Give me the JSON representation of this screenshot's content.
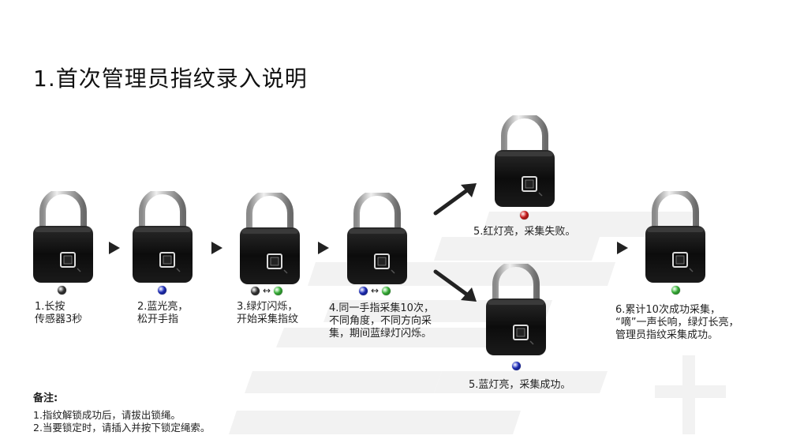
{
  "title": "1.首次管理员指纹录入说明",
  "colors": {
    "dark": "#3a3a3a",
    "blue": "#2233cc",
    "green": "#3ec33e",
    "red": "#e02020"
  },
  "steps": [
    {
      "text": "1.长按\n传感器3秒",
      "indicators": [
        "dark"
      ]
    },
    {
      "text": "2.蓝光亮，\n松开手指",
      "indicators": [
        "blue"
      ]
    },
    {
      "text": "3.绿灯闪烁，\n开始采集指纹",
      "indicators": [
        "dark",
        "green"
      ]
    },
    {
      "text": "4.同一手指采集10次，\n不同角度，不同方向采\n集，期间蓝绿灯闪烁。",
      "indicators": [
        "blue",
        "green"
      ]
    },
    {
      "text": "5.红灯亮，采集失败。",
      "indicators": [
        "red"
      ]
    },
    {
      "text": "5.蓝灯亮，采集成功。",
      "indicators": [
        "blue"
      ]
    },
    {
      "text": "6.累计10次成功采集，\n“嘀”一声长响，绿灯长亮，\n管理员指纹采集成功。",
      "indicators": [
        "green"
      ]
    }
  ],
  "swap_symbol": "↔",
  "notes": {
    "title": "备注:",
    "items": [
      "1.指纹解锁成功后，请拔出锁绳。",
      "2.当要锁定时，请插入并按下锁定绳索。"
    ]
  },
  "icons": {
    "lock": "padlock-icon",
    "fingerprint": "fingerprint-sensor-icon",
    "next": "play-arrow-icon",
    "branch": "diagonal-arrow-icon"
  }
}
